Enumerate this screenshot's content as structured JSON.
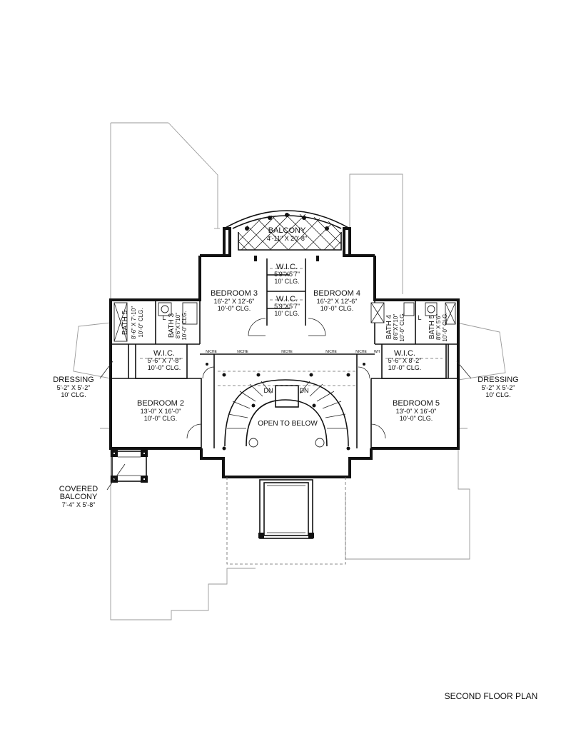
{
  "plan_title": "SECOND FLOOR PLAN",
  "rooms": {
    "balcony": {
      "name": "BALCONY",
      "size": "4'-11\" X 20'-8\""
    },
    "wic_upper": {
      "name": "W.I.C.",
      "size": "5'9\"X5'7\"",
      "clg": "10' CLG."
    },
    "wic_lower": {
      "name": "W.I.C.",
      "size": "5'9\"X5'7\"",
      "clg": "10' CLG."
    },
    "bedroom3": {
      "name": "BEDROOM 3",
      "size": "16'-2\" X 12'-6\"",
      "clg": "10'-0\" CLG."
    },
    "bedroom4": {
      "name": "BEDROOM 4",
      "size": "16'-2\" X 12'-6\"",
      "clg": "10'-0\" CLG."
    },
    "bath5_left": {
      "name": "BATH 5",
      "size": "8'-6\" X 7'-10\"",
      "clg": "10'-0\" CLG."
    },
    "bath3": {
      "name": "BATH 3",
      "size": "8'6\"X7'10\"",
      "clg": "10'-0\" CLG."
    },
    "bath4": {
      "name": "BATH 4",
      "size": "8'6\"X7'10\"",
      "clg": "10'-0\" CLG."
    },
    "bath5_right": {
      "name": "BATH 5",
      "size": "8'6\" X 5'6\"",
      "clg": "10'-0\" CLG."
    },
    "wic_left": {
      "name": "W.I.C.",
      "size": "5'-6\" X 7'-8\"",
      "clg": "10'-0\" CLG."
    },
    "wic_right": {
      "name": "W.I.C.",
      "size": "5'-6\" X 8'-2\"",
      "clg": "10'-0\" CLG."
    },
    "dressing_left": {
      "name": "DRESSING",
      "size": "5'-2\" X 5'-2\"",
      "clg": "10' CLG."
    },
    "dressing_right": {
      "name": "DRESSING",
      "size": "5'-2\" X 5'-2\"",
      "clg": "10' CLG."
    },
    "bedroom2": {
      "name": "BEDROOM 2",
      "size": "13'-0\" X 16'-0\"",
      "clg": "10'-0\" CLG."
    },
    "bedroom5": {
      "name": "BEDROOM 5",
      "size": "13'-0\" X 16'-0\"",
      "clg": "10'-0\" CLG."
    },
    "open_to_below": {
      "name": "OPEN TO BELOW"
    },
    "covered_balcony": {
      "name_line1": "COVERED",
      "name_line2": "BALCONY",
      "size": "7'-4\" X 5'-8\""
    }
  },
  "stair_labels": {
    "left": "DN",
    "right": "DN"
  },
  "niches": [
    "NICHE",
    "NICHE",
    "NICHE",
    "NICHE",
    "NICHE"
  ],
  "wh_label": "WH",
  "l_marks": [
    "L",
    "L"
  ]
}
